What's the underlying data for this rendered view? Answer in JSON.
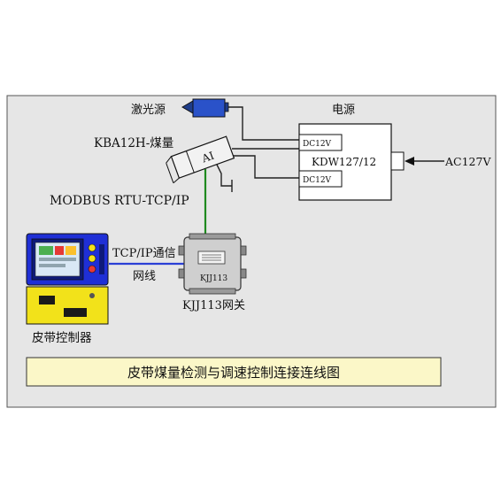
{
  "labels": {
    "laser_source": "激光源",
    "kba_sensor": "KBA12H-煤量",
    "ai_label": "AI",
    "modbus": "MODBUS RTU-TCP/IP",
    "power_title": "电源",
    "dc12v_top": "DC12V",
    "dc12v_bottom": "DC12V",
    "power_model": "KDW127/12",
    "ac_input": "AC127V",
    "tcp_comm": "TCP/IP通信",
    "network_cable": "网线",
    "gateway_plate": "KJJ113",
    "gateway_label": "KJJ113网关",
    "belt_controller": "皮带控制器",
    "caption": "皮带煤量检测与调速控制连接连线图"
  },
  "colors": {
    "panel_bg": "#e6e6e6",
    "laser_blue": "#1f3d8a",
    "sensor_body": "#f2f2f2",
    "green_wire": "#1e8a1e",
    "blue_wire": "#2a3fd6",
    "controller_blue": "#1f2fd6",
    "controller_yellow": "#f2e21a",
    "caption_bg": "#fbf7c8"
  }
}
